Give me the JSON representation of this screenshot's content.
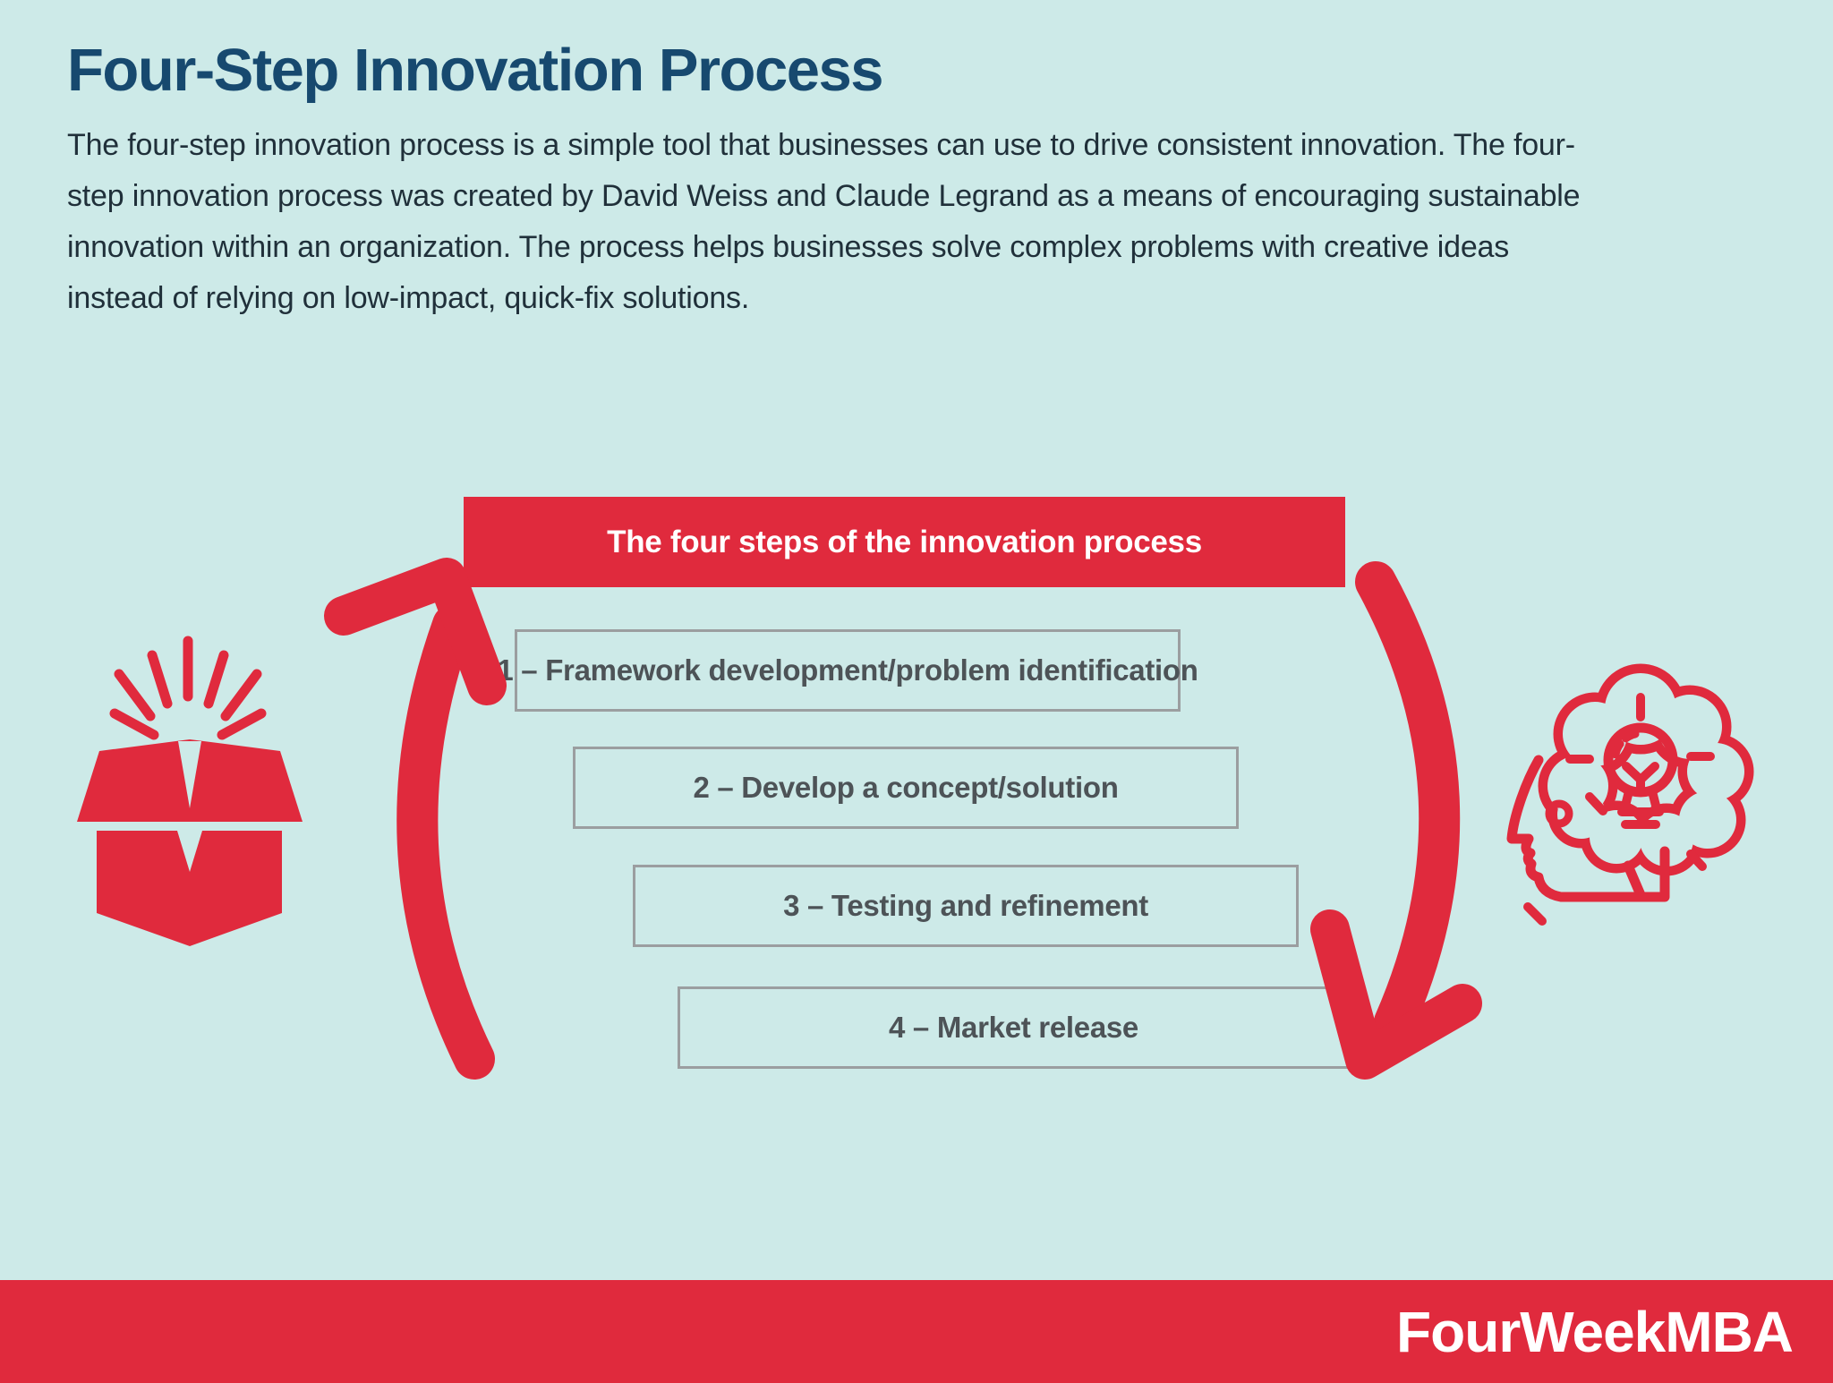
{
  "page": {
    "title": "Four-Step Innovation Process",
    "intro_lines": [
      "The four-step innovation process is a simple tool that businesses can use to drive consistent innovation. The four-",
      "step innovation process was created by David Weiss and Claude Legrand as a means of encouraging sustainable",
      "innovation within an organization. The process helps businesses solve complex problems with creative ideas",
      "instead of relying on low-impact, quick-fix solutions."
    ]
  },
  "diagram": {
    "header_label": "The four steps of the innovation process",
    "steps": [
      "1 – Framework development/problem identification",
      "2 – Develop a concept/solution",
      "3 – Testing and refinement",
      "4 – Market release"
    ],
    "icons": {
      "left": "open-box-burst-icon",
      "right": "idea-head-lightbulb-icon",
      "left_arrow": "curved-up-arrow",
      "right_arrow": "curved-down-arrow"
    }
  },
  "footer": {
    "brand": "FourWeekMBA"
  },
  "colors": {
    "background": "#cdeae8",
    "accent_red": "#e02a3d",
    "title_navy": "#17496f",
    "body_text": "#20303a",
    "step_text": "#4d5357",
    "step_border": "#9b9ea0",
    "banner_text": "#ffffff"
  }
}
